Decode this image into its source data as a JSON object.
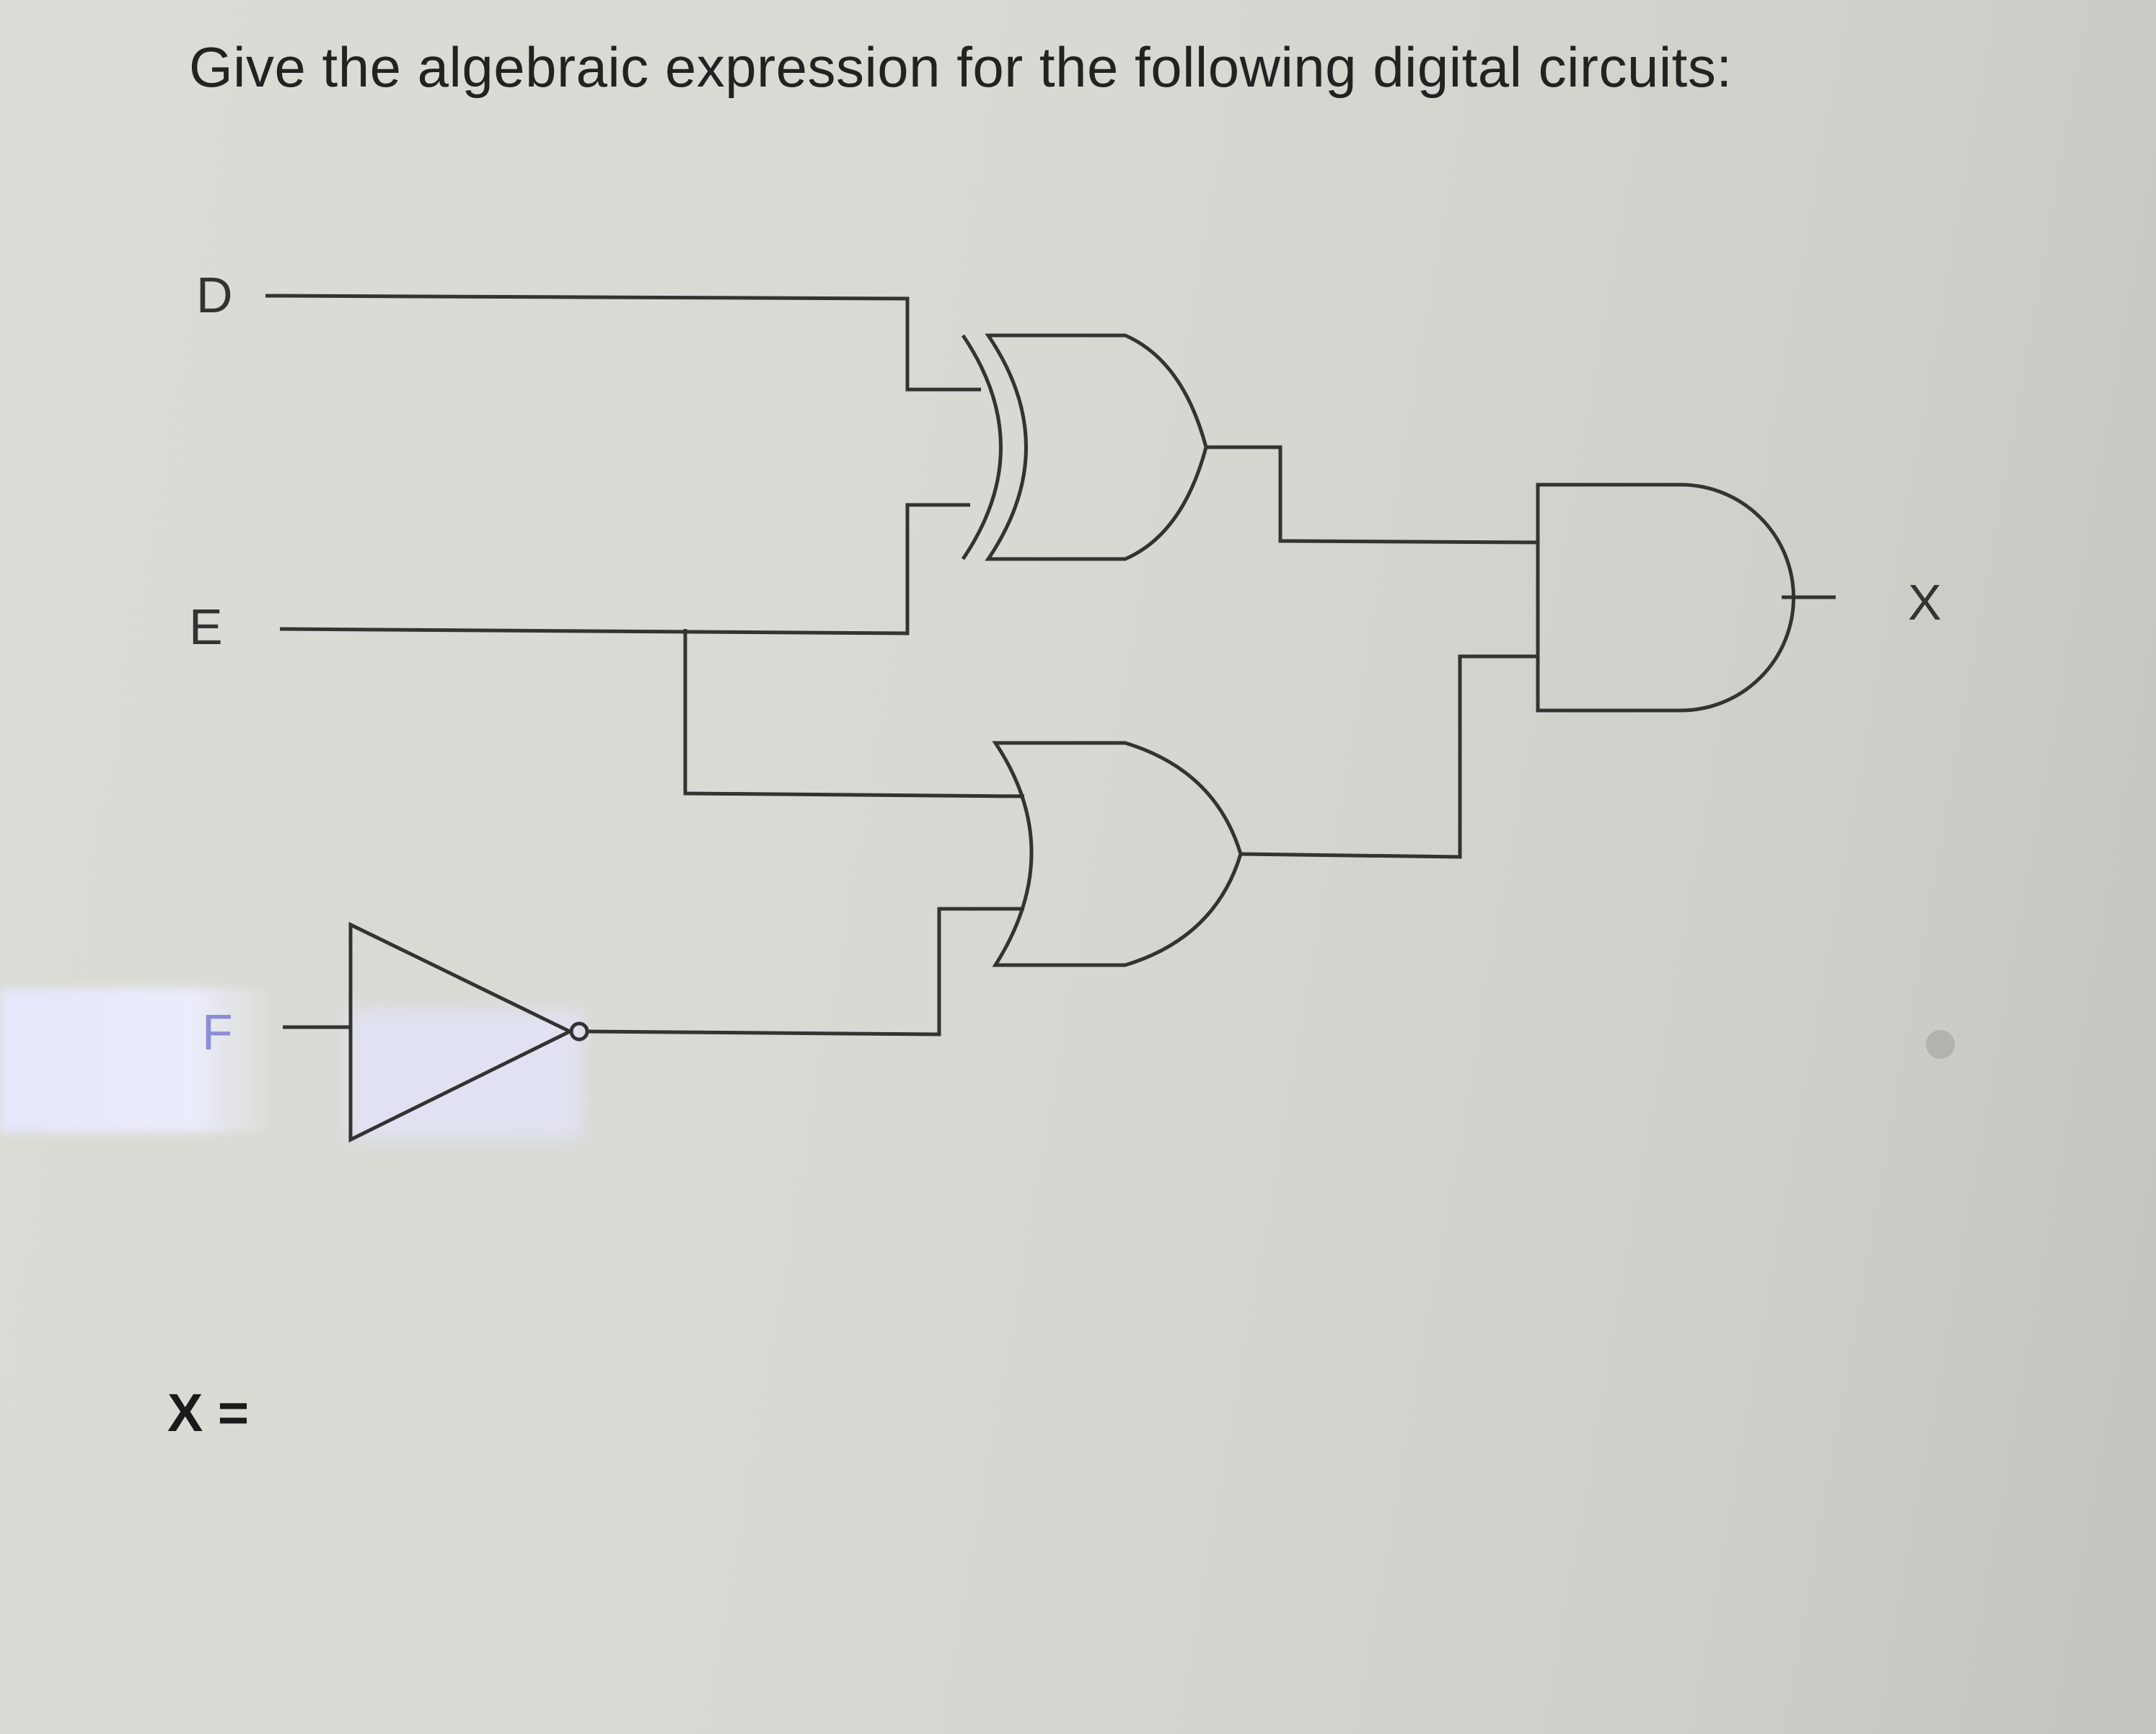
{
  "question": {
    "title": "Give the algebraic expression for the following digital circuits:",
    "answer_prompt": "X ="
  },
  "circuit": {
    "inputs": [
      "D",
      "E",
      "F"
    ],
    "output": "X",
    "wire_color": "#333333",
    "gates": [
      {
        "type": "XOR",
        "inputs": [
          "D",
          "E"
        ]
      },
      {
        "type": "NOT",
        "inputs": [
          "F"
        ]
      },
      {
        "type": "OR",
        "inputs": [
          "E",
          "NOT F"
        ]
      },
      {
        "type": "AND",
        "inputs": [
          "XOR",
          "OR"
        ],
        "output": "X"
      }
    ]
  }
}
